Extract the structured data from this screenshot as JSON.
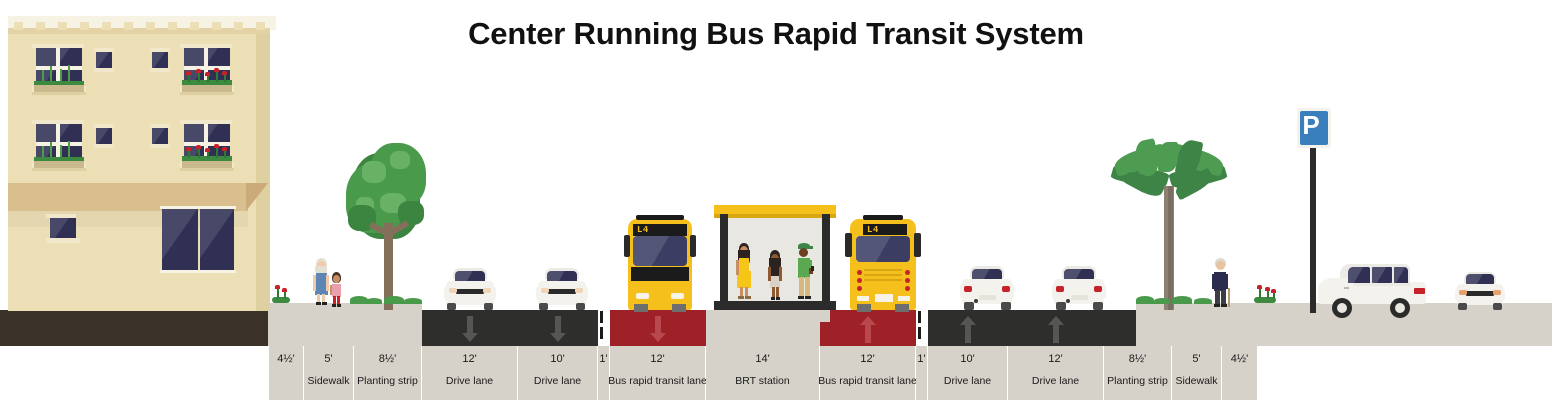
{
  "title": "Center Running Bus Rapid Transit System",
  "cross_section": {
    "segments": [
      {
        "width": "4½'",
        "name": "",
        "surface": "sidewalk",
        "px": 36
      },
      {
        "width": "5'",
        "name": "Sidewalk",
        "surface": "sidewalk",
        "px": 50
      },
      {
        "width": "8½'",
        "name": "Planting strip",
        "surface": "sidewalk",
        "px": 68
      },
      {
        "width": "12'",
        "name": "Drive lane",
        "surface": "asphalt",
        "px": 96,
        "arrow": "down"
      },
      {
        "width": "10'",
        "name": "Drive lane",
        "surface": "asphalt",
        "px": 80,
        "arrow": "down"
      },
      {
        "width": "1'",
        "name": "",
        "surface": "buffer",
        "px": 12
      },
      {
        "width": "12'",
        "name": "Bus rapid transit lane",
        "surface": "brt",
        "px": 96,
        "arrow": "down"
      },
      {
        "width": "14'",
        "name": "BRT station",
        "surface": "station",
        "px": 114
      },
      {
        "width": "12'",
        "name": "Bus rapid transit lane",
        "surface": "brt",
        "px": 96,
        "arrow": "up"
      },
      {
        "width": "1'",
        "name": "",
        "surface": "buffer",
        "px": 12
      },
      {
        "width": "10'",
        "name": "Drive lane",
        "surface": "asphalt",
        "px": 80,
        "arrow": "up"
      },
      {
        "width": "12'",
        "name": "Drive lane",
        "surface": "asphalt",
        "px": 96,
        "arrow": "up"
      },
      {
        "width": "8½'",
        "name": "Planting strip",
        "surface": "sidewalk",
        "px": 68
      },
      {
        "width": "5'",
        "name": "Sidewalk",
        "surface": "sidewalk",
        "px": 50
      },
      {
        "width": "4½'",
        "name": "",
        "surface": "sidewalk",
        "px": 36
      }
    ]
  },
  "scene": {
    "building": {
      "label": "mixed-use-building"
    },
    "buses": [
      {
        "route": "L4",
        "view": "front"
      },
      {
        "route": "L4",
        "view": "rear"
      }
    ],
    "station": {
      "label": "BRT station",
      "waiting_passengers": 3
    },
    "parking_sign": {
      "symbol": "P"
    },
    "trees": [
      "deciduous-tree",
      "palm-tree"
    ],
    "pedestrians": [
      "adult-with-child",
      "elderly-with-cane"
    ],
    "cars": {
      "left_lanes": 2,
      "right_lanes": 2,
      "parking_lane": 2
    }
  },
  "colors": {
    "asphalt": "#2e2e2c",
    "brt_lane": "#9e2128",
    "sidewalk": "#d6d2ca",
    "building_facade": "#eddfb5",
    "bus_yellow": "#f5bf1c",
    "window_navy": "#2f3053",
    "sign_blue": "#3a7fbd",
    "tree_green": "#4a9a4b",
    "title_text": "#111111"
  }
}
